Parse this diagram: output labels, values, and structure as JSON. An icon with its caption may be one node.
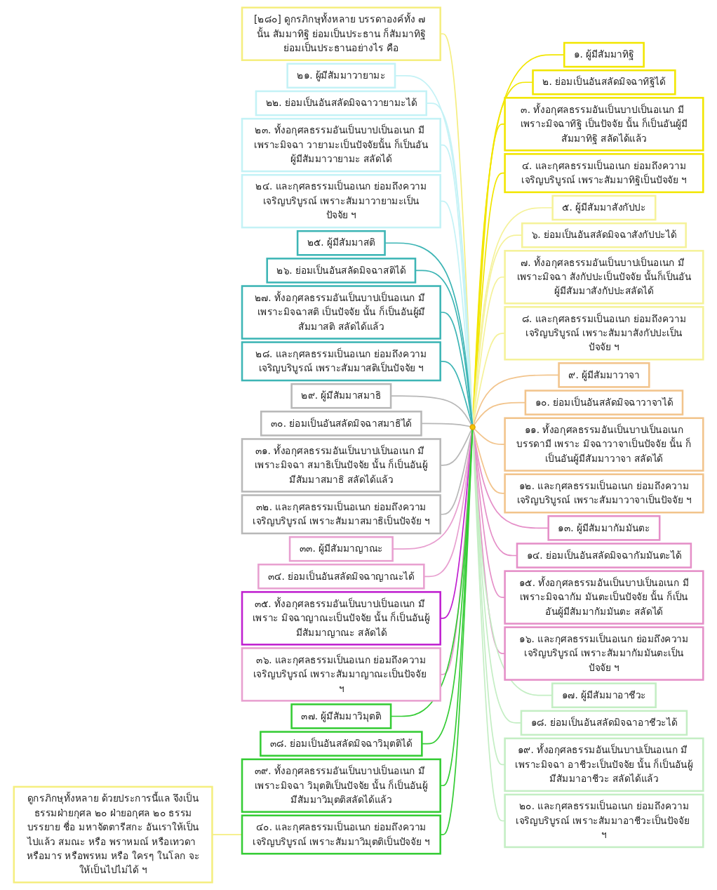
{
  "diagram": {
    "nodes": [
      {
        "text": [
          "[๒๘๐] ดูกรภิกษุทั้งหลาย บรรดาองค์ทั้ง ๗ นั้น สัมมาทิฐิ ย่อมเป็นประธาน ก็สัมมาทิฐิย่อมเป็นประธานอย่างไร คือ"
        ]
      },
      {
        "text": [],
        "shape": "circle"
      },
      {
        "text": [
          "๑. ผู้มีสัมมาทิฐิ"
        ]
      },
      {
        "text": [
          "๒. ย่อมเป็นอันสลัดมิจฉาทิฐิได้"
        ]
      },
      {
        "text": [
          "๓. ทั้งอกุศลธรรมอันเป็นบาปเป็นอเนก มี เพราะมิจฉาทิฐิ เป็นปัจจัย นั้น ก็เป็นอันผู้มีสัมมาทิฐิ สลัดได้แล้ว"
        ]
      },
      {
        "text": [
          "๔. และกุศลธรรมเป็นอเนก ย่อมถึงความเจริญบริบูรณ์ เพราะสัมมาทิฐิเป็นปัจจัย ฯ"
        ]
      },
      {
        "text": [
          "๕. ผู้มีสัมมาสังกัปปะ"
        ]
      },
      {
        "text": [
          "๖. ย่อมเป็นอันสลัดมิจฉาสังกัปปะได้"
        ]
      },
      {
        "text": [
          "๗. ทั้งอกุศลธรรมอันเป็นบาปเป็นอเนก มี เพราะมิจฉา สังกัปปะเป็นปัจจัย นั้นก็เป็นอันผู้มีสัมมาสังกัปปะสลัดได้"
        ]
      },
      {
        "text": [
          "๘. และกุศลธรรมเป็นอเนก ย่อมถึงความเจริญบริบูรณ์ เพราะสัมมาสังกัปปะเป็นปัจจัย ฯ"
        ]
      },
      {
        "text": [
          "๙. ผู้มีสัมมาวาจา"
        ]
      },
      {
        "text": [
          "๑๐. ย่อมเป็นอันสลัดมิจฉาวาจาได้"
        ]
      },
      {
        "text": [
          "๑๑. ทั้งอกุศลธรรมอันเป็นบาปเป็นอเนกบรรดามี เพราะ มิจฉาวาจาเป็นปัจจัย นั้น ก็เป็นอันผู้มีสัมมาวาจา สลัดได้"
        ]
      },
      {
        "text": [
          "๑๒. และกุศลธรรมเป็นอเนก ย่อมถึงความเจริญบริบูรณ์ เพราะสัมมาวาจาเป็นปัจจัย ฯ"
        ]
      },
      {
        "text": [
          "๑๓. ผู้มีสัมมากัมมันตะ"
        ]
      },
      {
        "text": [
          "๑๔. ย่อมเป็นอันสลัดมิจฉากัมมันตะได้"
        ]
      },
      {
        "text": [
          "๑๕. ทั้งอกุศลธรรมอันเป็นบาปเป็นอเนก มีเพราะมิจฉากัม มันตะเป็นปัจจัย นั้น ก็เป็นอันผู้มีสัมมากัมมันตะ สลัดได้"
        ]
      },
      {
        "text": [
          "๑๖. และกุศลธรรมเป็นอเนก ย่อมถึงความเจริญบริบูรณ์ เพราะสัมมากัมมันตะเป็นปัจจัย ฯ"
        ]
      },
      {
        "text": [
          "๑๗. ผู้มีสัมมาอาชีวะ"
        ]
      },
      {
        "text": [
          "๑๘. ย่อมเป็นอันสลัดมิจฉาอาชีวะได้"
        ]
      },
      {
        "text": [
          "๑๙. ทั้งอกุศลธรรมอันเป็นบาปเป็นอเนก มี เพราะมิจฉา อาชีวะเป็นปัจจัย นั้น ก็เป็นอันผู้มีสัมมาอาชีวะ สลัดได้แล้ว"
        ]
      },
      {
        "text": [
          "๒๐. และกุศลธรรมเป็นอเนก ย่อมถึงความเจริญบริบูรณ์ เพราะสัมมาอาชีวะเป็นปัจจัย ฯ"
        ]
      },
      {
        "text": [
          "๒๑. ผู้มีสัมมาวายามะ"
        ]
      },
      {
        "text": [
          "๒๒. ย่อมเป็นอันสลัดมิจฉาวายามะได้"
        ]
      },
      {
        "text": [
          "๒๓. ทั้งอกุศลธรรมอันเป็นบาปเป็นอเนก มี เพราะมิจฉา วายามะเป็นปัจจัยนั้น ก็เป็นอันผู้มีสัมมาวายามะ สลัดได้"
        ]
      },
      {
        "text": [
          "๒๔. และกุศลธรรมเป็นอเนก ย่อมถึงความเจริญบริบูรณ์ เพราะสัมมาวายามะเป็นปัจจัย ฯ"
        ]
      },
      {
        "text": [
          "๒๕. ผู้มีสัมมาสติ"
        ]
      },
      {
        "text": [
          "๒๖. ย่อมเป็นอันสลัดมิจฉาสติได้"
        ]
      },
      {
        "text": [
          "๒๗. ทั้งอกุศลธรรมอันเป็นบาปเป็นอเนก มี เพราะมิจฉาสติ เป็นปัจจัย นั้น ก็เป็นอันผู้มีสัมมาสติ สลัดได้แล้ว"
        ]
      },
      {
        "text": [
          "๒๘. และกุศลธรรมเป็นอเนก ย่อมถึงความเจริญบริบูรณ์ เพราะสัมมาสติเป็นปัจจัย ฯ"
        ]
      },
      {
        "text": [
          "๒๙. ผู้มีสัมมาสมาธิ"
        ]
      },
      {
        "text": [
          "๓๐. ย่อมเป็นอันสลัดมิจฉาสมาธิได้"
        ]
      },
      {
        "text": [
          "๓๑. ทั้งอกุศลธรรมอันเป็นบาปเป็นอเนก มี เพราะมิจฉา สมาธิเป็นปัจจัย นั้น ก็เป็นอันผู้มีสัมมาสมาธิ สลัดได้แล้ว"
        ]
      },
      {
        "text": [
          "๓๒. และกุศลธรรมเป็นอเนก ย่อมถึงความเจริญบริบูรณ์ เพราะสัมมาสมาธิเป็นปัจจัย ฯ"
        ]
      },
      {
        "text": [
          "๓๓. ผู้มีสัมมาญาณะ"
        ]
      },
      {
        "text": [
          "๓๔. ย่อมเป็นอันสลัดมิจฉาญาณะได้"
        ]
      },
      {
        "text": [
          "๓๕. ทั้งอกุศลธรรมอันเป็นบาปเป็นอเนก มี เพราะ มิจฉาญาณะเป็นปัจจัย นั้น ก็เป็นอันผู้มีสัมมาญาณะ สลัดได้"
        ]
      },
      {
        "text": [
          "๓๖. และกุศลธรรมเป็นอเนก ย่อมถึงความเจริญบริบูรณ์ เพราะสัมมาญาณะเป็นปัจจัย ฯ"
        ]
      },
      {
        "text": [
          "๓๗. ผู้มีสัมมาวิมุตติ"
        ]
      },
      {
        "text": [
          "๓๘. ย่อมเป็นอันสลัดมิจฉาวิมุตติได้"
        ]
      },
      {
        "text": [
          "๓๙. ทั้งอกุศลธรรมอันเป็นบาปเป็นอเนก มี เพราะมิจฉา วิมุตติเป็นปัจจัย นั้น ก็เป็นอันผู้มีสัมมาวิมุตติสลัดได้แล้ว"
        ]
      },
      {
        "text": [
          "๔๐. และกุศลธรรมเป็นอเนก ย่อมถึงความเจริญบริบูรณ์ เพราะสัมมาวิมุตติเป็นปัจจัย ฯ"
        ]
      },
      {
        "text": [
          "ดูกรภิกษุทั้งหลาย ด้วยประการนี้แล จึงเป็นธรรมฝ่ายกุศล ๒๐ ฝ่ายอกุศล ๒๐ ธรรมบรรยาย ชื่อ มหาจัตตารีสกะ อันเราให้เป็นไปแล้ว สมณะ หรือ พราหมณ์ หรือเทวดา หรือมาร หรือพรหม หรือ ใครๆ ในโลก จะให้เป็นไปไม่ได้ ฯ"
        ]
      }
    ],
    "edges": [
      {
        "from": 0,
        "to": 1,
        "arrow": "none",
        "color": "#f5ee80"
      },
      {
        "from": 1,
        "to": 2,
        "arrow": "none",
        "color": "#f2e600"
      },
      {
        "from": 1,
        "to": 3,
        "arrow": "none",
        "color": "#f2e600"
      },
      {
        "from": 1,
        "to": 4,
        "arrow": "none",
        "color": "#f2e600"
      },
      {
        "from": 1,
        "to": 5,
        "arrow": "none",
        "color": "#f2e600"
      },
      {
        "from": 1,
        "to": 6,
        "arrow": "none",
        "color": "#f5f29a"
      },
      {
        "from": 1,
        "to": 7,
        "arrow": "none",
        "color": "#f5f29a"
      },
      {
        "from": 1,
        "to": 8,
        "arrow": "none",
        "color": "#f5f29a"
      },
      {
        "from": 1,
        "to": 9,
        "arrow": "none",
        "color": "#f5f29a"
      },
      {
        "from": 1,
        "to": 10,
        "arrow": "none",
        "color": "#f2c48c"
      },
      {
        "from": 1,
        "to": 11,
        "arrow": "none",
        "color": "#f2c48c"
      },
      {
        "from": 1,
        "to": 12,
        "arrow": "none",
        "color": "#f2c48c"
      },
      {
        "from": 1,
        "to": 13,
        "arrow": "none",
        "color": "#f2c48c"
      },
      {
        "from": 1,
        "to": 14,
        "arrow": "none",
        "color": "#e58fc8"
      },
      {
        "from": 1,
        "to": 15,
        "arrow": "none",
        "color": "#e58fc8"
      },
      {
        "from": 1,
        "to": 16,
        "arrow": "none",
        "color": "#e58fc8"
      },
      {
        "from": 1,
        "to": 17,
        "arrow": "none",
        "color": "#e58fc8"
      },
      {
        "from": 1,
        "to": 18,
        "arrow": "none",
        "color": "#c4eec4"
      },
      {
        "from": 1,
        "to": 19,
        "arrow": "none",
        "color": "#c4eec4"
      },
      {
        "from": 1,
        "to": 20,
        "arrow": "none",
        "color": "#c4eec4"
      },
      {
        "from": 1,
        "to": 21,
        "arrow": "none",
        "color": "#c4eec4"
      },
      {
        "from": 22,
        "to": 1,
        "arrow": "none",
        "color": "#c4f2f6"
      },
      {
        "from": 23,
        "to": 1,
        "arrow": "none",
        "color": "#c4f2f6"
      },
      {
        "from": 24,
        "to": 1,
        "arrow": "none",
        "color": "#c4f2f6"
      },
      {
        "from": 25,
        "to": 1,
        "arrow": "none",
        "color": "#c4f2f6"
      },
      {
        "from": 26,
        "to": 1,
        "arrow": "none",
        "color": "#3db5b5"
      },
      {
        "from": 27,
        "to": 1,
        "arrow": "none",
        "color": "#3db5b5"
      },
      {
        "from": 28,
        "to": 1,
        "arrow": "none",
        "color": "#3db5b5"
      },
      {
        "from": 29,
        "to": 1,
        "arrow": "none",
        "color": "#3db5b5"
      },
      {
        "from": 30,
        "to": 1,
        "arrow": "none",
        "color": "#b8b8b8"
      },
      {
        "from": 31,
        "to": 1,
        "arrow": "none",
        "color": "#b8b8b8"
      },
      {
        "from": 32,
        "to": 1,
        "arrow": "none",
        "color": "#b8b8b8"
      },
      {
        "from": 33,
        "to": 1,
        "arrow": "none",
        "color": "#b8b8b8"
      },
      {
        "from": 34,
        "to": 1,
        "arrow": "none",
        "color": "#e8a0d0"
      },
      {
        "from": 35,
        "to": 1,
        "arrow": "none",
        "color": "#e8a0d0"
      },
      {
        "from": 36,
        "to": 1,
        "arrow": "none",
        "color": "#c020d0"
      },
      {
        "from": 37,
        "to": 1,
        "arrow": "none",
        "color": "#e8a0d0"
      },
      {
        "from": 38,
        "to": 1,
        "arrow": "none",
        "color": "#35cc35"
      },
      {
        "from": 39,
        "to": 1,
        "arrow": "none",
        "color": "#35cc35"
      },
      {
        "from": 40,
        "to": 1,
        "arrow": "none",
        "color": "#35cc35"
      },
      {
        "from": 41,
        "to": 1,
        "arrow": "none",
        "color": "#35cc35"
      },
      {
        "from": 42,
        "to": 41,
        "arrow": "none",
        "color": "#f5ee80"
      }
    ]
  }
}
